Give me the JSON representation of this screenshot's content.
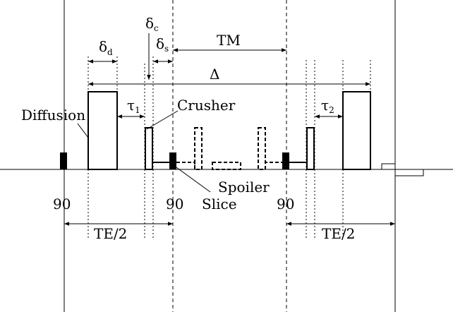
{
  "labels": {
    "delta_d": "δ",
    "delta_d_sub": "d",
    "delta_c": "δ",
    "delta_c_sub": "c",
    "delta_s": "δ",
    "delta_s_sub": "s",
    "tm": "TM",
    "big_delta": "Δ",
    "tau1": "τ",
    "tau1_sub": "1",
    "tau2": "τ",
    "tau2_sub": "2",
    "crusher": "Crusher",
    "diffusion": "Diffusion",
    "spoiler": "Spoiler",
    "slice": "Slice",
    "pulse1": "90",
    "pulse2": "90",
    "pulse3": "90",
    "te_half_left": "TE/2",
    "te_half_right": "TE/2"
  }
}
